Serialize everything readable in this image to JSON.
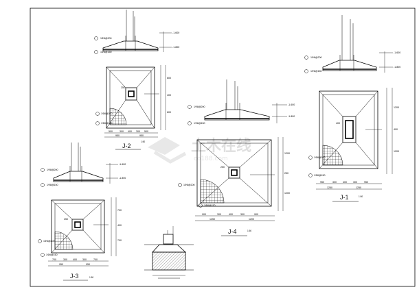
{
  "sheet": {
    "watermark": {
      "brand": "土木在线",
      "site": "co188.com"
    },
    "details": {
      "J1": {
        "title": "J-1",
        "scale": "1:50",
        "elev_top": "-1.600",
        "elev_bot": "-1.800",
        "note_a": "1Φ8@200",
        "note_b": "1Φ8@150",
        "dims_h": [
          "950",
          "300",
          "400",
          "300",
          "950"
        ],
        "dims_h2": [
          "1250",
          "1250"
        ],
        "dims_v": [
          "1200",
          "400",
          "1200"
        ],
        "col": "400"
      },
      "J2": {
        "title": "J-2",
        "scale": "1:50",
        "elev_top": "-1.600",
        "elev_bot": "-1.800",
        "note_a": "1Φ8@200",
        "note_b": "1Φ8@150",
        "dims_h": [
          "500",
          "300",
          "400",
          "300",
          "500"
        ],
        "dims_h2": [
          "950",
          "950"
        ],
        "dims_v": [
          "600",
          "400",
          "600"
        ],
        "col": "250"
      },
      "J3": {
        "title": "J-3",
        "scale": "1:50",
        "elev_top": "-1.600",
        "elev_bot": "-1.800",
        "note_a": "1Φ8@200",
        "note_b": "1Φ8@150",
        "dims_h": [
          "700",
          "300",
          "400",
          "300",
          "700"
        ],
        "dims_h2": [
          "950",
          "950"
        ],
        "dims_v": [
          "700",
          "400",
          "700"
        ],
        "col": "250"
      },
      "J4": {
        "title": "J-4",
        "scale": "1:50",
        "elev_top": "-1.600",
        "elev_bot": "-1.800",
        "note_a": "1Φ8@200",
        "note_b": "1Φ8@150",
        "dims_h": [
          "900",
          "300",
          "400",
          "300",
          "900"
        ],
        "dims_h2": [
          "1250",
          "1200"
        ],
        "dims_v": [
          "1200",
          "250",
          "1200"
        ],
        "col": "250"
      }
    }
  }
}
